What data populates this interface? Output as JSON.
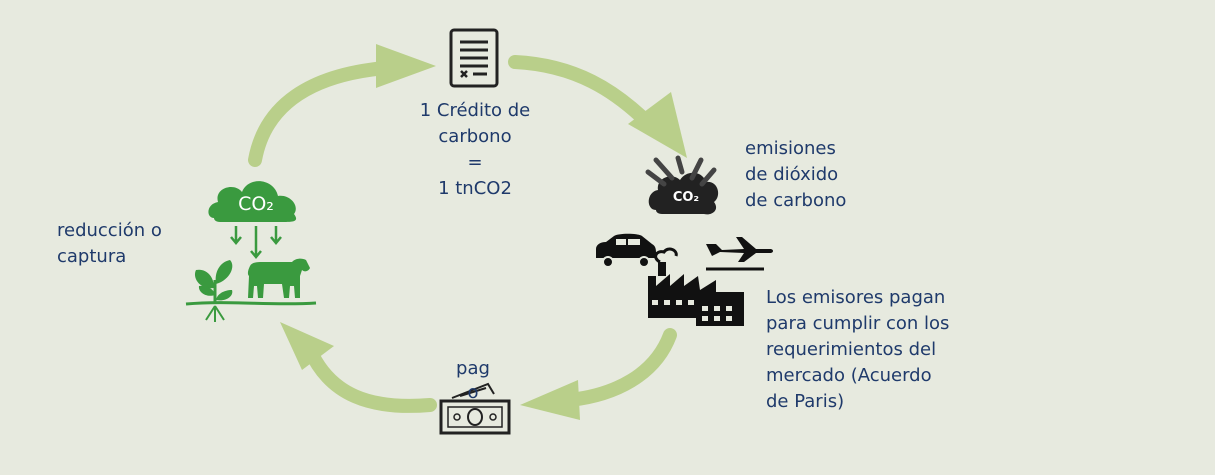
{
  "credit": {
    "line1": "1 Crédito de",
    "line2": "carbono",
    "line3": "=",
    "line4": "1 tnCO2"
  },
  "emissions": {
    "line1": "emisiones",
    "line2": "de dióxido",
    "line3": "de carbono",
    "badge": "CO₂"
  },
  "emitters": {
    "line1": "Los emisores pagan",
    "line2": "para cumplir con los",
    "line3": "requerimientos del",
    "line4": "mercado (Acuerdo",
    "line5": "de Paris)"
  },
  "payment": {
    "line1": "pag",
    "line2": "o"
  },
  "capture": {
    "line1": "reducción o",
    "line2": "captura",
    "badge": "CO₂"
  },
  "colors": {
    "arrow": "#b9cf8a",
    "green_icon": "#3a9a3f",
    "dark_icon": "#222222",
    "text": "#1f3a6b"
  }
}
